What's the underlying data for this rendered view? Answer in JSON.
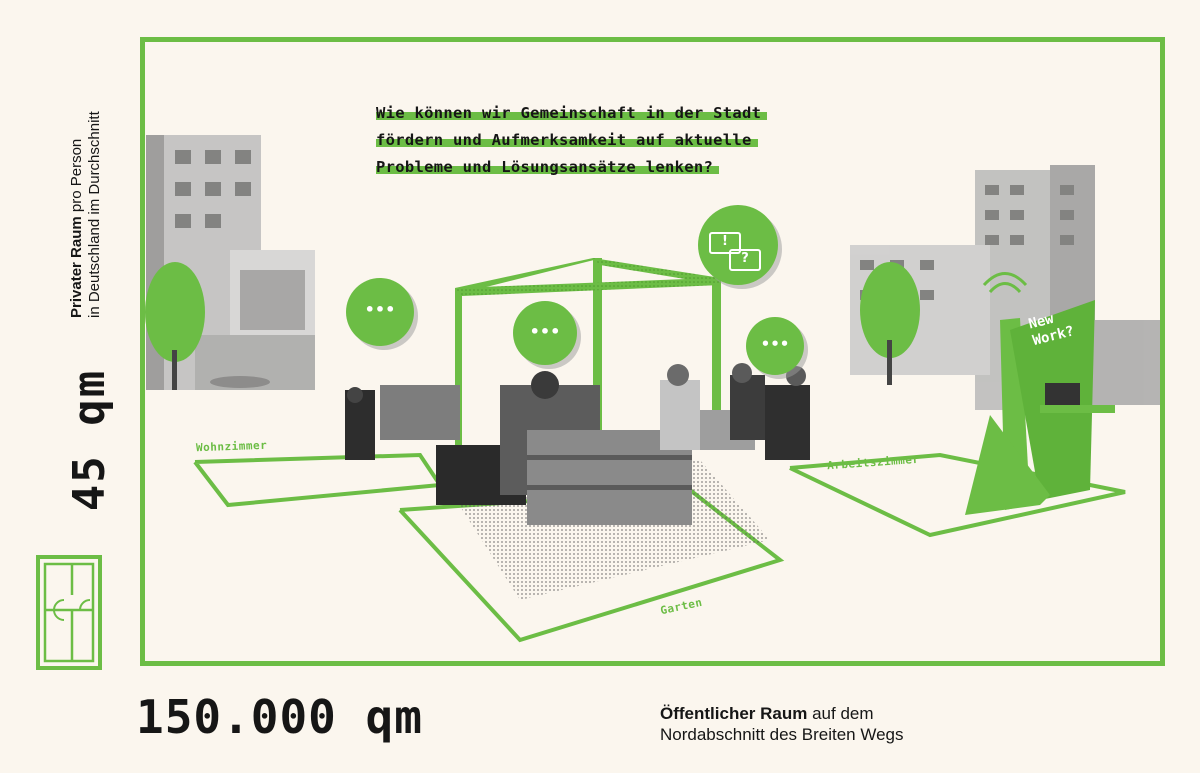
{
  "question": {
    "lines": [
      "Wie können wir Gemeinschaft in der Stadt",
      "fördern und Aufmerksamkeit auf aktuelle",
      "Probleme und Lösungsansätze lenken?"
    ]
  },
  "side_caption": {
    "bold": "Privater Raum",
    "rest": " pro Person",
    "line2": "in Deutschland im Durchschnitt"
  },
  "private_area": "45 qm",
  "public_area": "150.000 qm",
  "public_caption": {
    "bold": "Öffentlicher Raum",
    "rest": " auf dem",
    "line2": "Nordabschnitt des Breiten Wegs"
  },
  "zones": {
    "living": "Wohnzimmer",
    "garden": "Garten",
    "work": "Arbeitszimmer"
  },
  "sign_text": [
    "New",
    "Work?"
  ],
  "bubbles": {
    "dots": "•••",
    "exclaim": "!",
    "ask": "?"
  },
  "colors": {
    "accent": "#6cbd45",
    "background": "#fbf6ee",
    "text": "#161616"
  }
}
